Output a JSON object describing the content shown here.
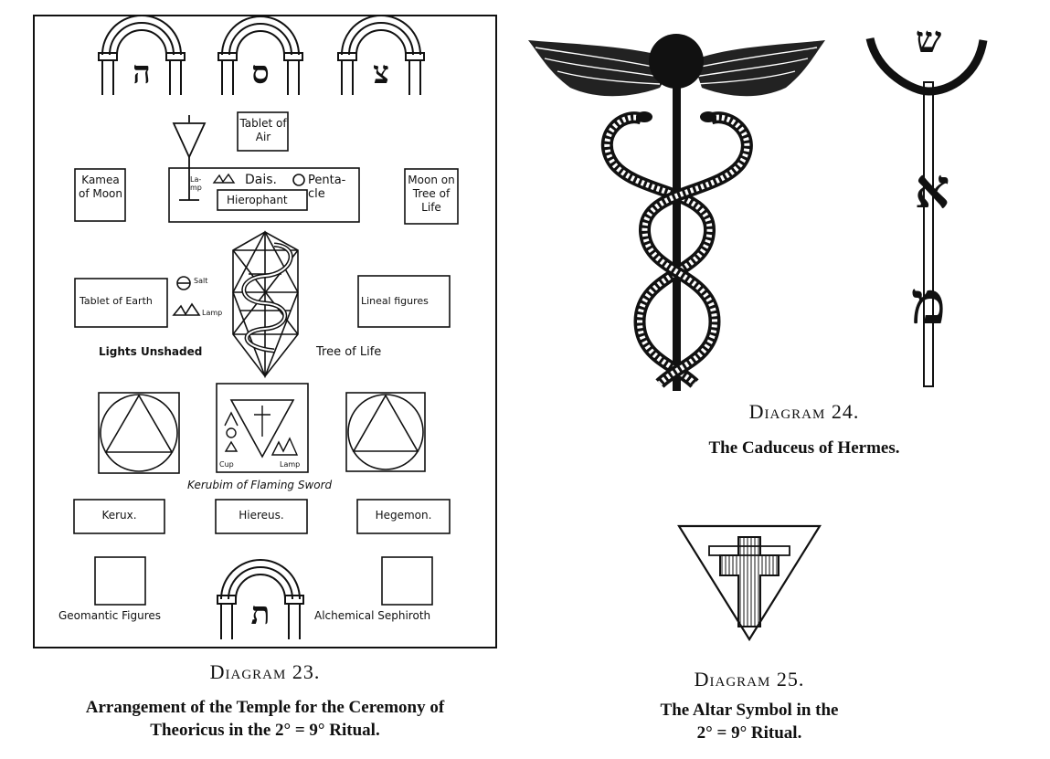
{
  "diagram23": {
    "title": "Diagram 23.",
    "subtitle_line1": "Arrangement of the Temple for the Ceremony of",
    "subtitle_line2": "Theoricus in the 2° = 9° Ritual.",
    "pillar_letters": [
      "ה",
      "ס",
      "צ"
    ],
    "bottom_letter": "ת",
    "tablet_of_air": "Tablet of Air",
    "kamea_of_moon": "Kamea of Moon",
    "moon_on_tree": "Moon on Tree of Life",
    "dais": "Dais.",
    "pentacle": "Penta-cle",
    "lamp_small": "La-mp",
    "hierophant": "Hierophant",
    "tablet_of_earth": "Tablet of Earth",
    "salt": "Salt",
    "lamp": "Lamp",
    "lineal_figures": "Lineal figures",
    "lights_unshaded": "Lights Unshaded",
    "tree_of_life": "Tree of Life",
    "cup": "Cup",
    "lamp2": "Lamp",
    "kerubim": "Kerubim of Flaming Sword",
    "kerux": "Kerux.",
    "hiereus": "Hiereus.",
    "hegemon": "Hegemon.",
    "geomantic": "Geomantic Figures",
    "alchemical": "Alchemical Sephiroth"
  },
  "diagram24": {
    "title": "Diagram 24.",
    "subtitle": "The Caduceus of Hermes.",
    "letters": [
      "ש",
      "א",
      "מ"
    ]
  },
  "diagram25": {
    "title": "Diagram 25.",
    "subtitle_line1": "The Altar Symbol in the",
    "subtitle_line2": "2° = 9° Ritual."
  }
}
